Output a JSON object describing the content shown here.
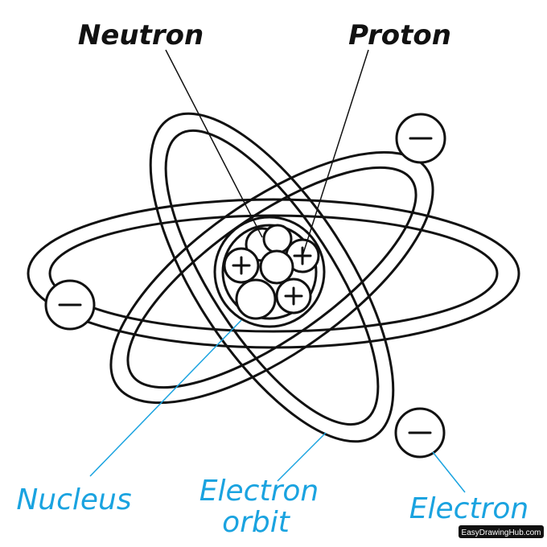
{
  "labels": {
    "neutron": "Neutron",
    "proton": "Proton",
    "nucleus": "Nucleus",
    "electron_orbit_line1": "Electron",
    "electron_orbit_line2": "orbit",
    "electron": "Electron"
  },
  "symbols": {
    "plus": "+",
    "minus": "−"
  },
  "credit": "EasyDrawingHub.com",
  "colors": {
    "ink": "#111111",
    "accent": "#1aa3e0",
    "background": "#ffffff"
  }
}
